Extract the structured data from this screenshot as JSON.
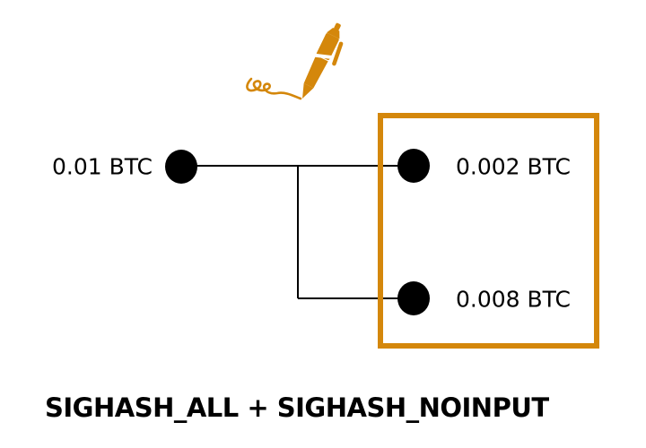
{
  "diagram": {
    "input": {
      "label": "0.01 BTC"
    },
    "outputs": [
      {
        "label": "0.002 BTC"
      },
      {
        "label": "0.008 BTC"
      }
    ],
    "caption": "SIGHASH_ALL + SIGHASH_NOINPUT",
    "icons": {
      "pen": "signature-pen-icon"
    },
    "colors": {
      "accent": "#D4870B",
      "node": "#000000",
      "line": "#000000",
      "background": "#FFFFFF"
    }
  }
}
